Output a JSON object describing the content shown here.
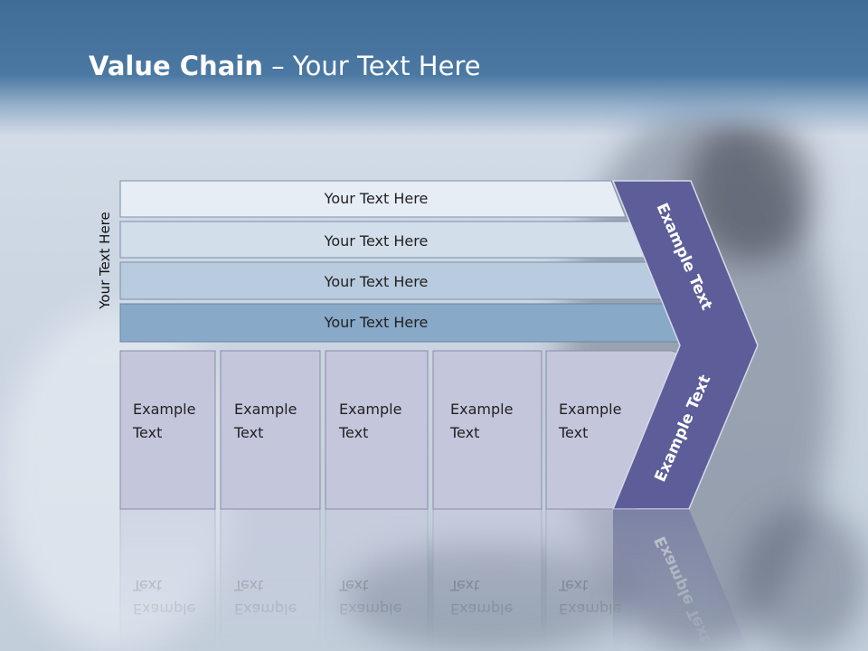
{
  "slide": {
    "title_bold": "Value Chain",
    "title_rest": " – Your Text Here",
    "side_label": "Your Text Here"
  },
  "rows": [
    {
      "label": "Your Text Here"
    },
    {
      "label": "Your Text Here"
    },
    {
      "label": "Your Text Here"
    },
    {
      "label": "Your Text Here"
    }
  ],
  "boxes": [
    {
      "line1": "Example",
      "line2": "Text"
    },
    {
      "line1": "Example",
      "line2": "Text"
    },
    {
      "line1": "Example",
      "line2": "Text"
    },
    {
      "line1": "Example",
      "line2": "Text"
    },
    {
      "line1": "Example",
      "line2": "Text"
    }
  ],
  "chevron": {
    "top_label": "Example Text",
    "bottom_label": "Example Text"
  },
  "colors": {
    "row_fills": [
      "#e6edf5",
      "#d2deea",
      "#b8cbdf",
      "#88a9c8"
    ],
    "box_fill": "#c4c6dc",
    "chevron_fill": "#5d5d99",
    "header": "#426f99"
  }
}
